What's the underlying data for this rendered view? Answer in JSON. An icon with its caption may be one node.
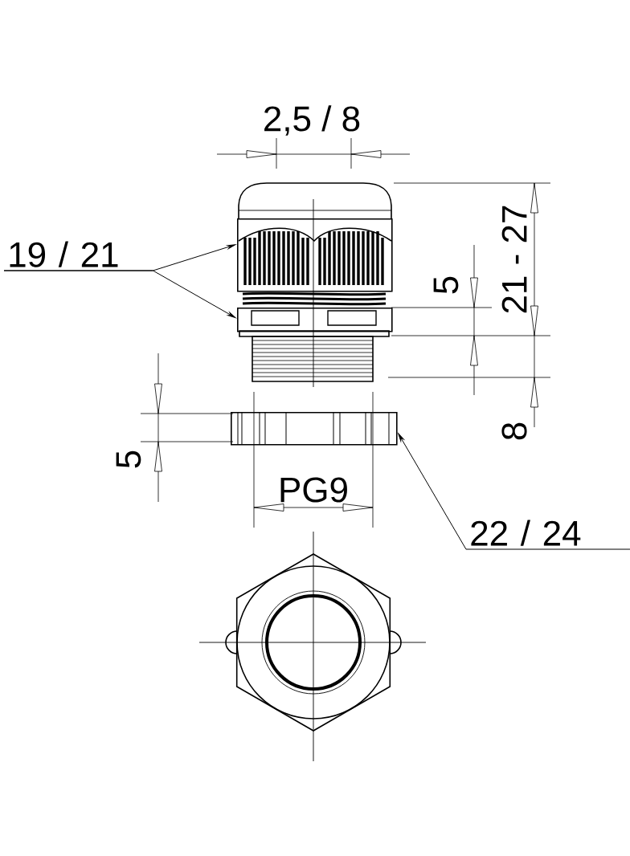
{
  "diagram": {
    "nodes": [
      {
        "text": [
          "19 / 21"
        ]
      },
      {
        "text": [],
        "shape": "box"
      },
      {
        "text": [],
        "shape": "box"
      },
      {
        "text": [
          "22 / 24"
        ]
      },
      {
        "text": [],
        "shape": "box"
      }
    ],
    "edges": [
      {
        "from": 0,
        "to": 1,
        "arrow": "to"
      },
      {
        "from": 0,
        "to": 2,
        "arrow": "to"
      },
      {
        "from": 3,
        "to": 4,
        "arrow": "to"
      }
    ],
    "labels": [
      "2,5 / 8",
      "21 - 27",
      "5",
      "8",
      "5",
      "PG9"
    ]
  }
}
